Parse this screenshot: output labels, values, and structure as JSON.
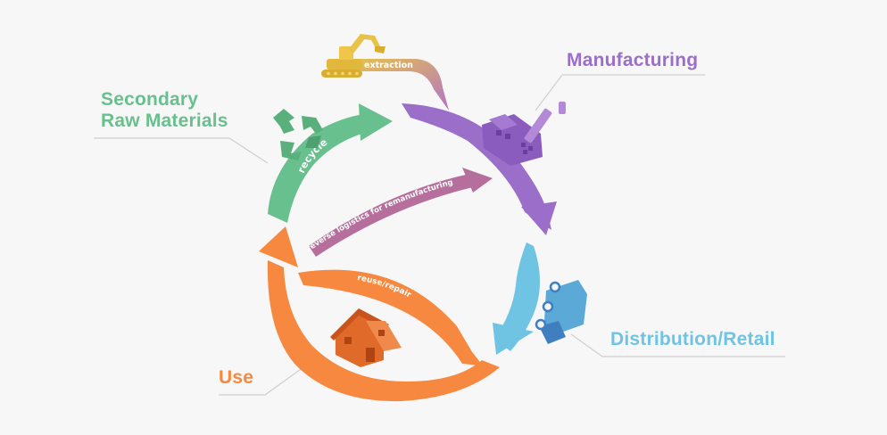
{
  "stages": {
    "manufacturing": "Manufacturing",
    "secondary_line1": "Secondary",
    "secondary_line2": "Raw Materials",
    "distribution": "Distribution/Retail",
    "use": "Use"
  },
  "flows": {
    "extraction": "extraction",
    "recycle": "recycle",
    "reverse_logistics": "reverse logistics for remanufacturing",
    "reuse_repair": "reuse/repair"
  },
  "icons": {
    "extraction": "excavator-icon",
    "manufacturing": "factory-icon",
    "distribution": "delivery-truck-icon",
    "use": "house-icon",
    "recycle": "recycle-icon"
  },
  "colors": {
    "manufacturing": "#9b6fc9",
    "secondary": "#67c08d",
    "distribution": "#6fc3e3",
    "use": "#f6893f",
    "extraction": "#e8c34a",
    "reverse_logistics": "#b66f9d",
    "leader_line": "#cfcfcf",
    "background": "#f7f7f7"
  }
}
